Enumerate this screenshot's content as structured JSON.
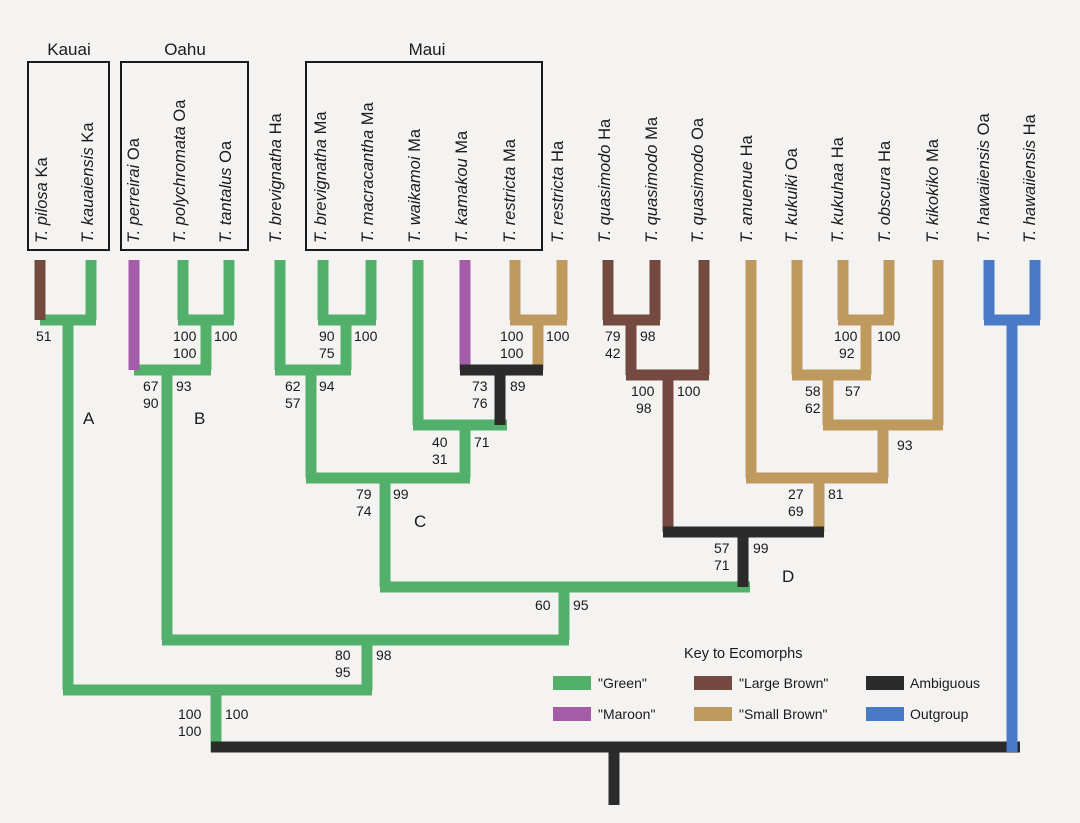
{
  "colors": {
    "green": "#52b06a",
    "maroon": "#a45ca8",
    "large_brown": "#744940",
    "small_brown": "#bf9a5e",
    "ambiguous": "#2b2b2b",
    "outgroup": "#4a79c6"
  },
  "islands": [
    {
      "name": "Kauai"
    },
    {
      "name": "Oahu"
    },
    {
      "name": "Maui"
    }
  ],
  "taxa": [
    {
      "genus": "T.",
      "species": "pilosa",
      "island": "Ka",
      "ecomorph": "large_brown"
    },
    {
      "genus": "T.",
      "species": "kauaiensis",
      "island": "Ka",
      "ecomorph": "green"
    },
    {
      "genus": "T.",
      "species": "perreirai",
      "island": "Oa",
      "ecomorph": "maroon"
    },
    {
      "genus": "T.",
      "species": "polychromata",
      "island": "Oa",
      "ecomorph": "green"
    },
    {
      "genus": "T.",
      "species": "tantalus",
      "island": "Oa",
      "ecomorph": "green"
    },
    {
      "genus": "T.",
      "species": "brevignatha",
      "island": "Ha",
      "ecomorph": "green"
    },
    {
      "genus": "T.",
      "species": "brevignatha",
      "island": "Ma",
      "ecomorph": "green"
    },
    {
      "genus": "T.",
      "species": "macracantha",
      "island": "Ma",
      "ecomorph": "green"
    },
    {
      "genus": "T.",
      "species": "waikamoi",
      "island": "Ma",
      "ecomorph": "green"
    },
    {
      "genus": "T.",
      "species": "kamakou",
      "island": "Ma",
      "ecomorph": "maroon"
    },
    {
      "genus": "T.",
      "species": "restricta",
      "island": "Ma",
      "ecomorph": "small_brown"
    },
    {
      "genus": "T.",
      "species": "restricta",
      "island": "Ha",
      "ecomorph": "small_brown"
    },
    {
      "genus": "T.",
      "species": "quasimodo",
      "island": "Ha",
      "ecomorph": "large_brown"
    },
    {
      "genus": "T.",
      "species": "quasimodo",
      "island": "Ma",
      "ecomorph": "large_brown"
    },
    {
      "genus": "T.",
      "species": "quasimodo",
      "island": "Oa",
      "ecomorph": "large_brown"
    },
    {
      "genus": "T.",
      "species": "anuenue",
      "island": "Ha",
      "ecomorph": "small_brown"
    },
    {
      "genus": "T.",
      "species": "kukuiki",
      "island": "Oa",
      "ecomorph": "small_brown"
    },
    {
      "genus": "T.",
      "species": "kukuhaa",
      "island": "Ha",
      "ecomorph": "small_brown"
    },
    {
      "genus": "T.",
      "species": "obscura",
      "island": "Ha",
      "ecomorph": "small_brown"
    },
    {
      "genus": "T.",
      "species": "kikokiko",
      "island": "Ma",
      "ecomorph": "small_brown"
    },
    {
      "genus": "T.",
      "species": "hawaiiensis",
      "island": "Oa",
      "ecomorph": "outgroup"
    },
    {
      "genus": "T.",
      "species": "hawaiiensis",
      "island": "Ha",
      "ecomorph": "outgroup"
    }
  ],
  "support_labels": [
    "51",
    "100",
    "100",
    "100",
    "67",
    "90",
    "93",
    "90",
    "75",
    "100",
    "62",
    "57",
    "94",
    "100",
    "100",
    "100",
    "73",
    "76",
    "89",
    "40",
    "31",
    "71",
    "79",
    "74",
    "99",
    "79",
    "42",
    "98",
    "100",
    "98",
    "100",
    "100",
    "92",
    "100",
    "58",
    "62",
    "57",
    "93",
    "27",
    "69",
    "81",
    "57",
    "71",
    "99",
    "60",
    "95",
    "80",
    "95",
    "98",
    "100",
    "100",
    "100"
  ],
  "clade_labels": [
    "A",
    "B",
    "C",
    "D"
  ],
  "legend": {
    "title": "Key to Ecomorphs",
    "items": [
      {
        "label": "\"Green\"",
        "color": "green"
      },
      {
        "label": "\"Large Brown\"",
        "color": "large_brown"
      },
      {
        "label": "Ambiguous",
        "color": "ambiguous"
      },
      {
        "label": "\"Maroon\"",
        "color": "maroon"
      },
      {
        "label": "\"Small Brown\"",
        "color": "small_brown"
      },
      {
        "label": "Outgroup",
        "color": "outgroup"
      }
    ]
  }
}
